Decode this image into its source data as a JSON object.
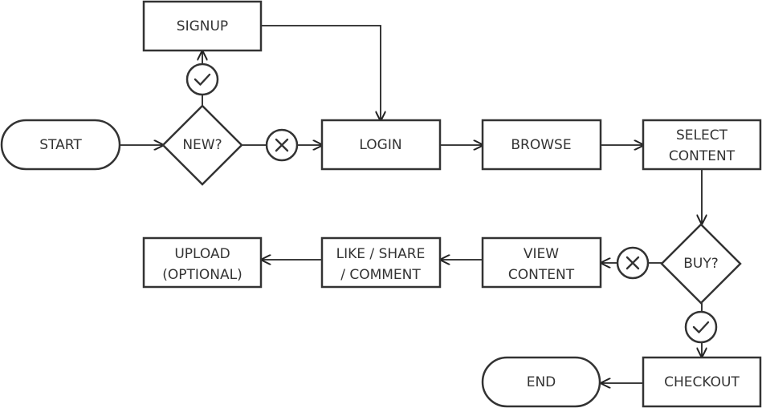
{
  "nodes": {
    "start": "START",
    "new": "NEW?",
    "signup": "SIGNUP",
    "login": "LOGIN",
    "browse": "BROWSE",
    "select_line1": "SELECT",
    "select_line2": "CONTENT",
    "buy": "BUY?",
    "view_line1": "VIEW",
    "view_line2": "CONTENT",
    "like_line1": "LIKE / SHARE",
    "like_line2": "/ COMMENT",
    "upload_line1": "UPLOAD",
    "upload_line2": "(OPTIONAL)",
    "checkout": "CHECKOUT",
    "end": "END"
  },
  "icons": {
    "yes": "check-icon",
    "no": "x-icon"
  }
}
